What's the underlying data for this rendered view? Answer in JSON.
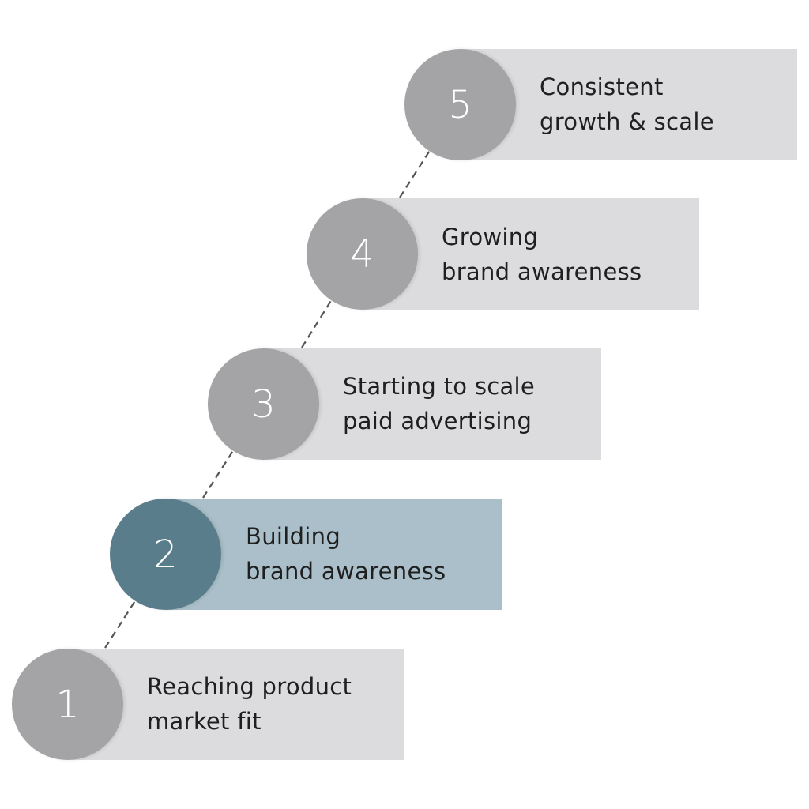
{
  "steps": [
    {
      "number": "1",
      "line1": "Reaching product",
      "line2": "market fit",
      "active": false
    },
    {
      "number": "2",
      "line1": "Building",
      "line2": "brand awareness",
      "active": true
    },
    {
      "number": "3",
      "line1": "Starting to scale",
      "line2": "paid advertising",
      "active": false
    },
    {
      "number": "4",
      "line1": "Growing",
      "line2": "brand awareness",
      "active": false
    },
    {
      "number": "5",
      "line1": "Consistent",
      "line2": "growth & scale",
      "active": false
    }
  ],
  "colors": {
    "bar": "#dcdbdd",
    "circle": "#a4a3a6",
    "active_bar": "#aabfc9",
    "active_circle": "#5a7d8b",
    "connector": "#555555"
  }
}
